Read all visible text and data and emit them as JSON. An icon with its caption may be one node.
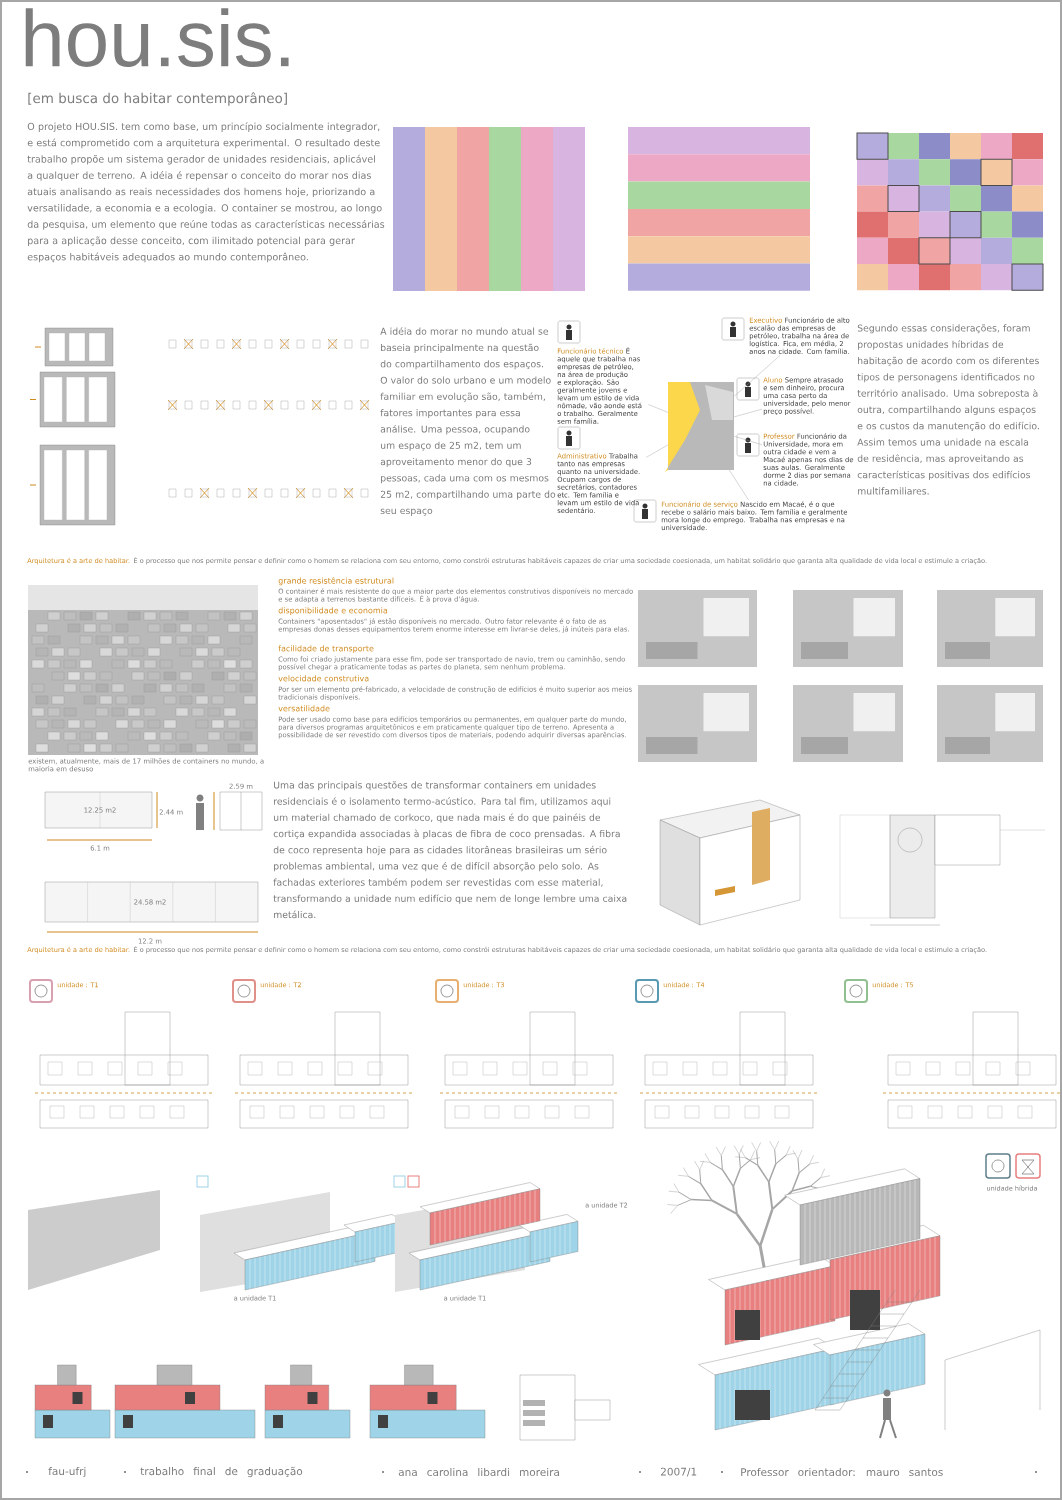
{
  "diagram": {
    "title": "hou.sis.",
    "nodes": [
      {
        "text": [],
        "shape": "picture"
      },
      {
        "text": [
          "Funcionário técnico",
          "É aquele que trabalha nas empresas de petróleo, na área de produção e exploração. São geralmente jovens e levam um estilo de vida nômade, vão aonde está o trabalho. Geralmente sem família."
        ]
      },
      {
        "text": [
          "Executivo",
          "Funcionário de alto escalão das empresas de petróleo, trabalha na área de logística. Fica, em média, 2 anos na cidade. Com família."
        ]
      },
      {
        "text": [
          "Aluno",
          "Sempre atrasado e sem dinheiro, procura uma casa perto da universidade, pelo menor preço possível."
        ]
      },
      {
        "text": [
          "Administrativo",
          "Trabalha tanto nas empresas quanto na universidade. Ocupam cargos de secretários, contadores etc. Tem família e levam um estilo de vida sedentário."
        ]
      },
      {
        "text": [
          "Professor",
          "Funcionário da Universidade, mora em outra cidade e vem a Macaé apenas nos dias de suas aulas. Geralmente dorme 2 dias por semana na cidade."
        ]
      },
      {
        "text": [
          "Funcionário de serviço",
          "Nascido em Macaé, é o que recebe o salário mais baixo. Tem família e geralmente mora longe do emprego. Trabalha nas empresas e na universidade."
        ]
      }
    ],
    "edges": [
      {
        "from": 1,
        "to": 0,
        "arrow": "none"
      },
      {
        "from": 2,
        "to": 0,
        "arrow": "none"
      },
      {
        "from": 3,
        "to": 0,
        "arrow": "none"
      },
      {
        "from": 4,
        "to": 0,
        "arrow": "none"
      },
      {
        "from": 5,
        "to": 0,
        "arrow": "none"
      },
      {
        "from": 6,
        "to": 0,
        "arrow": "none"
      }
    ],
    "labels": [
      "[em busca do habitar contemporâneo]",
      "O projeto HOU.SIS. tem como base, um princípio socialmente integrador, e está comprometido com a arquitetura experimental. O resultado deste trabalho propõe um sistema gerador de unidades residenciais, aplicável a qualquer de terreno. A idéia é repensar o conceito do morar nos dias atuais analisando as reais necessidades dos homens hoje, priorizando a versatilidade, a economia e a ecologia. O container se mostrou, ao longo da pesquisa, um elemento que reúne todas as características necessárias para a aplicação desse conceito, com ilimitado potencial para gerar espaços habitáveis adequados ao mundo contemporâneo.",
      "A idéia do morar no mundo atual se baseia principalmente na questão do compartilhamento dos espaços. O valor do solo urbano e um modelo familiar em evolução são, também, fatores importantes para essa análise. Uma pessoa, ocupando um espaço de 25 m2, tem um aproveitamento menor do que 3 pessoas, cada uma com os mesmos 25 m2, compartilhando uma parte do seu espaço",
      "Segundo essas considerações, foram propostas unidades híbridas de habitação de acordo com os diferentes tipos de personagens identificados no território analisado. Uma sobreposta à outra, compartilhando alguns espaços e os custos da manutenção do edifício. Assim temos uma unidade na escala de residência, mas aproveitando as características positivas dos edifícios multifamiliares.",
      "Arquitetura é a arte de habitar.",
      "É o processo que nos permite pensar e definir como o homem se relaciona com seu entorno, como constrói estruturas habitáveis capazes de criar uma sociedade coesionada, um habitat solidário que garanta alta qualidade de vida local e estimule a criação.",
      "grande resistência estrutural",
      "O container é mais resistente do que a maior parte dos elementos construtivos disponíveis no mercado e se adapta a terrenos bastante difíceis. É à prova d'água.",
      "disponibilidade e economia",
      "Containers \"aposentados\" já estão disponíveis no mercado. Outro fator relevante é o fato de as empresas donas desses equipamentos terem enorme interesse em livrar-se deles, já inúteis para elas.",
      "facilidade de transporte",
      "Como foi criado justamente para esse fim, pode ser transportado de navio, trem ou caminhão, sendo possível chegar a praticamente todas as partes do planeta, sem nenhum problema.",
      "velocidade construtiva",
      "Por ser um elemento pré-fabricado, a velocidade de construção de edifícios é muito superior aos meios tradicionais disponíveis.",
      "versatilidade",
      "Pode ser usado como base para edifícios temporários ou permanentes, em qualquer parte do mundo, para diversos programas arquitetônicos e em praticamente qualquer tipo de terreno. Apresenta a possibilidade de ser revestido com diversos tipos de materiais, podendo adquirir diversas aparências.",
      "existem, atualmente, mais de 17 milhões de containers no mundo, a maioria em desuso",
      "12.25 m2",
      "2.44 m",
      "2.59 m",
      "6.1 m",
      "24.58 m2",
      "12.2 m",
      "Uma das principais questões de transformar containers em unidades residenciais é o isolamento termo-acústico. Para tal fim, utilizamos aqui um material chamado de corkoco, que nada mais é do que painéis de cortiça expandida associadas à placas de fibra de coco prensadas. A fibra de coco representa hoje para as cidades litorâneas brasileiras um sério problemas ambiental, uma vez que é de difícil absorção pelo solo. As fachadas exteriores também podem ser revestidas com esse material, transformando a unidade num edifício que nem de longe lembre uma caixa metálica.",
      "Arquitetura é a arte de habitar.",
      "É o processo que nos permite pensar e definir como o homem se relaciona com seu entorno, como constrói estruturas habitáveis capazes de criar uma sociedade coesionada, um habitat solidário que garanta alta qualidade de vida local e estimule a criação.",
      "unidade : T1",
      "unidade : T2",
      "unidade : T3",
      "unidade : T4",
      "unidade : T5",
      "a unidade T1",
      "a unidade T2",
      "a unidade T1",
      "unidade híbrida",
      "fau-ufrj",
      "trabalho final de graduação",
      "ana carolina libardi moreira",
      "2007/1",
      "Professor orientador: mauro santos"
    ]
  }
}
